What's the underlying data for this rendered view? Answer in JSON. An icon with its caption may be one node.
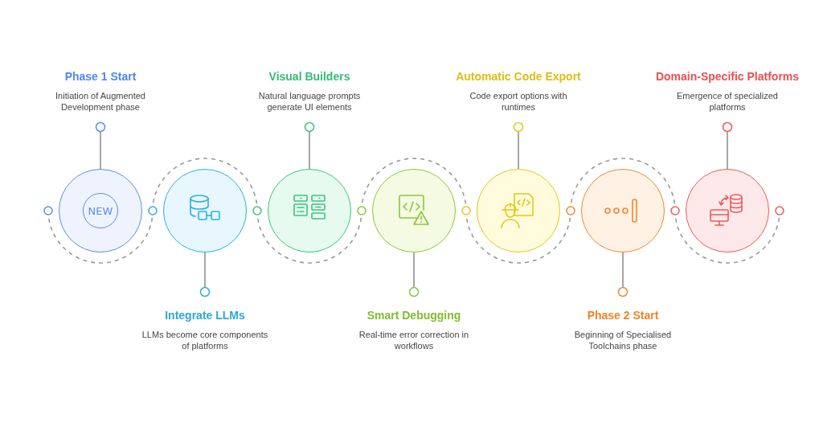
{
  "diagram": {
    "nodes": [
      {
        "text": [
          "Phase 1 Start",
          "Initiation of Augmented Development phase"
        ]
      },
      {
        "text": [
          "Integrate LLMs",
          "LLMs become core components of platforms"
        ]
      },
      {
        "text": [
          "Visual Builders",
          "Natural language prompts generate UI elements"
        ]
      },
      {
        "text": [
          "Smart Debugging",
          "Real-time error correction in workflows"
        ]
      },
      {
        "text": [
          "Automatic Code Export",
          "Code export options with runtimes"
        ]
      },
      {
        "text": [
          "Phase 2 Start",
          "Beginning of Specialised Toolchains phase"
        ]
      },
      {
        "text": [
          "Domain-Specific Platforms",
          "Emergence of specialized platforms"
        ]
      },
      {
        "text": [
          "NEW"
        ]
      },
      {
        "text": [],
        "shape": "circle"
      },
      {
        "text": [],
        "shape": "circle"
      },
      {
        "text": [],
        "shape": "circle"
      },
      {
        "text": [],
        "shape": "circle"
      },
      {
        "text": [],
        "shape": "circle"
      },
      {
        "text": [],
        "shape": "circle"
      }
    ],
    "edges": [
      {
        "from": 0,
        "to": 7,
        "arrow": "other"
      },
      {
        "from": 1,
        "to": 8,
        "arrow": "other"
      },
      {
        "from": 2,
        "to": 9,
        "arrow": "other"
      },
      {
        "from": 3,
        "to": 10,
        "arrow": "other"
      },
      {
        "from": 4,
        "to": 11,
        "arrow": "other"
      },
      {
        "from": 5,
        "to": 12,
        "arrow": "other"
      },
      {
        "from": 6,
        "to": 13,
        "arrow": "other"
      }
    ]
  }
}
